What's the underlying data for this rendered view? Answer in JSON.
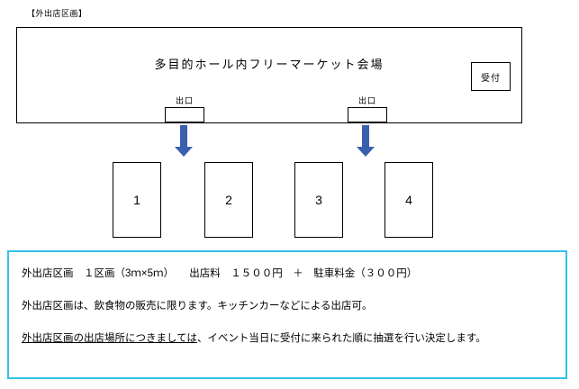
{
  "page": {
    "section_label": "【外出店区画】"
  },
  "hall": {
    "title": "多目的ホール内フリーマーケット会場",
    "reception_label": "受付",
    "exits": [
      {
        "label": "出口"
      },
      {
        "label": "出口"
      }
    ]
  },
  "booths": [
    {
      "number": "1"
    },
    {
      "number": "2"
    },
    {
      "number": "3"
    },
    {
      "number": "4"
    }
  ],
  "info": {
    "line1": "外出店区画　１区画（3ｍ×5ｍ）　　出店料　１５００円　＋　駐車料金（３００円）",
    "line2": "外出店区画は、飲食物の販売に限ります。キッチンカーなどによる出店可。",
    "line3_underlined": "外出店区画の出店場所につきましては",
    "line3_rest": "、イベント当日に受付に来られた順に抽選を行い決定します。"
  },
  "colors": {
    "arrow": "#3a5fac",
    "info-border": "#33c1e8"
  }
}
